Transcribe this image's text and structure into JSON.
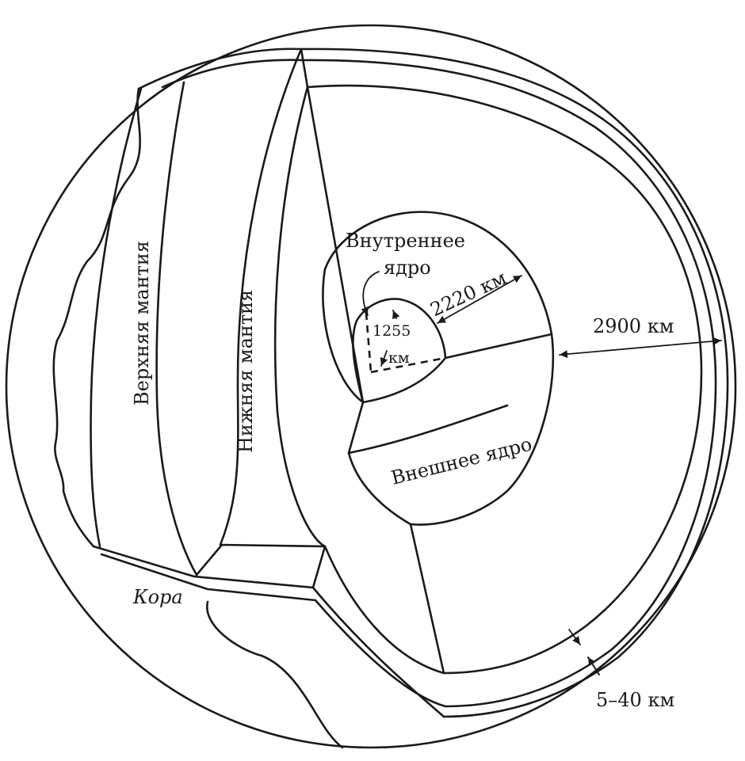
{
  "labels": {
    "upper_mantle": "Верхняя мантия",
    "lower_mantle": "Нижняя мантия",
    "inner_core_line1": "Внутреннее",
    "inner_core_line2": "ядро",
    "inner_core_thickness": "2220 км",
    "inner_radius_value": "1255",
    "inner_radius_unit": "км",
    "mantle_thickness": "2900 км",
    "outer_core": "Внешнее ядро",
    "crust": "Кора",
    "crust_thickness": "5–40 км"
  },
  "colors": {
    "line": "#1a1a1a",
    "background": "#ffffff"
  }
}
